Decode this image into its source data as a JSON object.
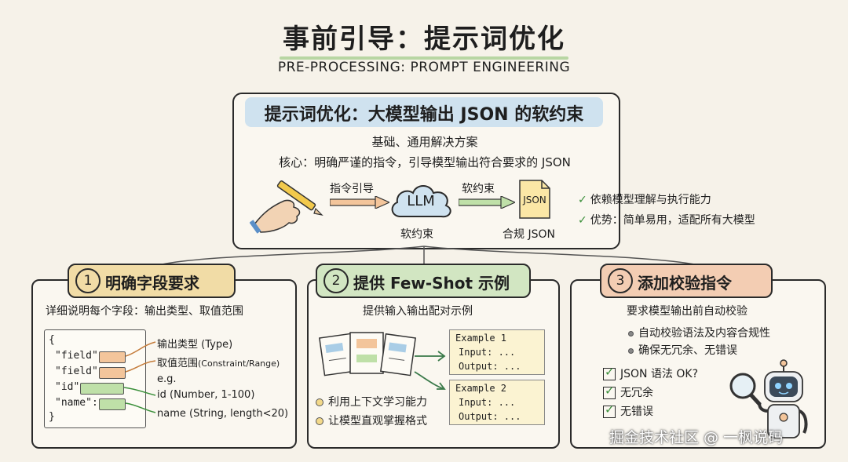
{
  "header": {
    "title": "事前引导：提示词优化",
    "subtitle": "PRE-PROCESSING: PROMPT ENGINEERING"
  },
  "top": {
    "title": "提示词优化：大模型输出 JSON 的软约束",
    "basic": "基础、通用解决方案",
    "core": "核心：明确严谨的指令，引导模型输出符合要求的 JSON",
    "arrow1_label": "指令引导",
    "llm_label": "LLM",
    "llm_caption": "软约束",
    "arrow2_label": "软约束",
    "json_doc_label": "JSON",
    "json_caption": "合规 JSON",
    "checks": [
      "依赖模型理解与执行能力",
      "优势：简单易用，适配所有大模型"
    ]
  },
  "panel1": {
    "number": "1",
    "title": "明确字段要求",
    "desc": "详细说明每个字段：输出类型、取值范围",
    "code_lines": [
      "{",
      "\"field\":",
      "\"field\":",
      "\"id\":",
      "\"name\":",
      "}"
    ],
    "annotations": {
      "type": "输出类型 (Type)",
      "range_main": "取值范围",
      "range_sub": "(Constraint/Range)",
      "eg": "e.g.",
      "id": "id (Number, 1-100)",
      "name": "name (String, length<20)"
    }
  },
  "panel2": {
    "number": "2",
    "title": "提供 Few-Shot 示例",
    "desc": "提供输入输出配对示例",
    "examples": [
      {
        "title": "Example 1",
        "input": "Input: ...",
        "output": "Output: ..."
      },
      {
        "title": "Example 2",
        "input": "Input: ...",
        "output": "Output: ..."
      }
    ],
    "bullets": [
      "利用上下文学习能力",
      "让模型直观掌握格式"
    ]
  },
  "panel3": {
    "number": "3",
    "title": "添加校验指令",
    "desc": "要求模型输出前自动校验",
    "bullets": [
      "自动校验语法及内容合规性",
      "确保无冗余、无错误"
    ],
    "checks": [
      "JSON 语法 OK?",
      "无冗余",
      "无错误"
    ]
  },
  "watermark": "掘金技术社区 @ 一枫说码",
  "colors": {
    "header_blue": "#cfe2ef",
    "panel1_yellow": "#f1dca6",
    "panel2_green": "#d2e6c2",
    "panel3_orange": "#f3cdb3",
    "check_green": "#3a8f3a"
  }
}
